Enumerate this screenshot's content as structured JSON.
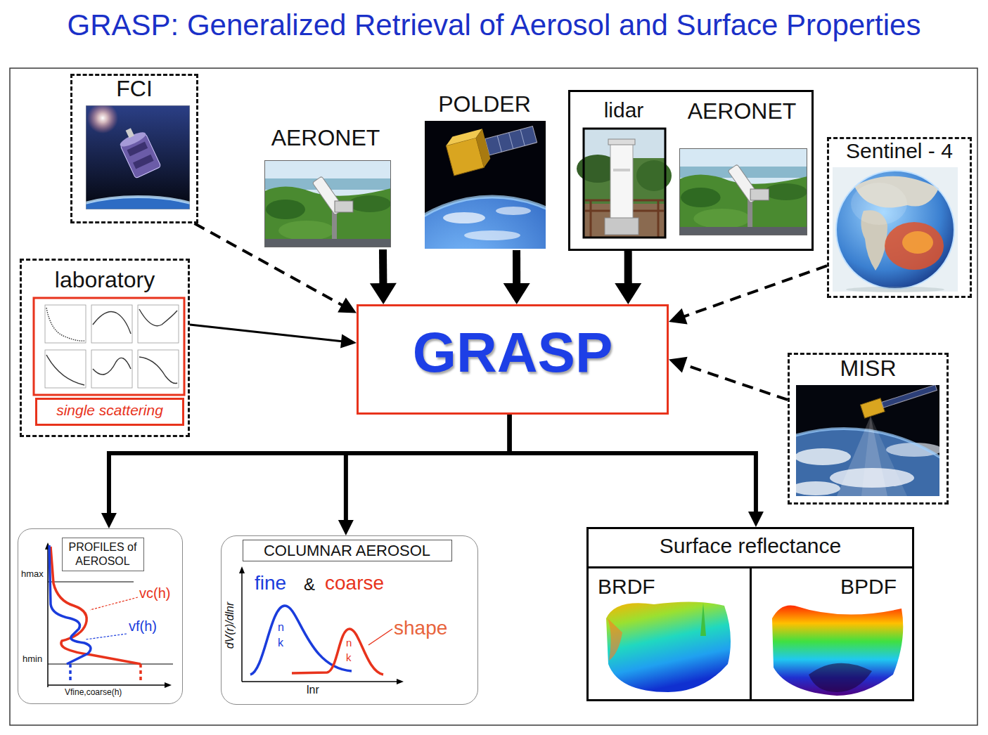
{
  "diagram": {
    "title": "GRASP: Generalized Retrieval of Aerosol and Surface Properties",
    "nodes": [
      {
        "text": [
          "FCI"
        ]
      },
      {
        "text": [
          "AERONET"
        ]
      },
      {
        "text": [
          "POLDER"
        ]
      },
      {
        "text": []
      },
      {
        "text": [
          "lidar"
        ],
        "in": 3
      },
      {
        "text": [
          "AERONET"
        ],
        "in": 3
      },
      {
        "text": [
          "Sentinel - 4"
        ]
      },
      {
        "text": [
          "laboratory"
        ]
      },
      {
        "text": [
          "single scattering"
        ],
        "in": 7
      },
      {
        "text": [
          "GRASP"
        ]
      },
      {
        "text": [
          "MISR"
        ]
      },
      {
        "text": [
          "PROFILES of AEROSOL"
        ]
      },
      {
        "text": [
          "COLUMNAR AEROSOL"
        ]
      },
      {
        "text": [
          "Surface reflectance"
        ]
      },
      {
        "text": [
          "BRDF"
        ],
        "in": 13
      },
      {
        "text": [
          "BPDF"
        ],
        "in": 13
      }
    ],
    "edges": [
      {
        "from": 0,
        "to": 9,
        "arrow": "to"
      },
      {
        "from": 1,
        "to": 9,
        "arrow": "to"
      },
      {
        "from": 2,
        "to": 9,
        "arrow": "to"
      },
      {
        "from": 3,
        "to": 9,
        "arrow": "to"
      },
      {
        "from": 6,
        "to": 9,
        "arrow": "to"
      },
      {
        "from": 7,
        "to": 9,
        "arrow": "to"
      },
      {
        "from": 10,
        "to": 9,
        "arrow": "to"
      },
      {
        "from": 9,
        "to": 11,
        "arrow": "to"
      },
      {
        "from": 9,
        "to": 12,
        "arrow": "to"
      },
      {
        "from": 9,
        "to": 13,
        "arrow": "to"
      }
    ],
    "labels": [
      "hmax",
      "vc(h)",
      "vf(h)",
      "hmin",
      "Vfine,coarse(h)",
      "fine",
      "&",
      "coarse",
      "n",
      "k",
      "shape",
      "n",
      "k",
      "dV(r)/dlnr",
      "lnr"
    ]
  }
}
